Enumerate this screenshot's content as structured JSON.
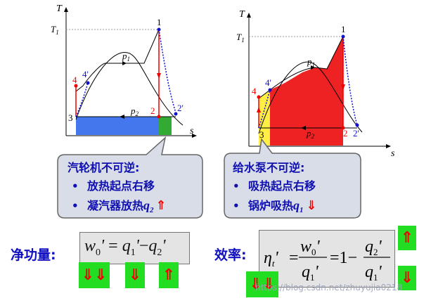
{
  "left_diagram": {
    "axis_y": "T",
    "axis_x": "s",
    "t1_label": "T",
    "t1_sub": "1",
    "pt1": "1",
    "pt2": "2",
    "pt2p": "2'",
    "pt3": "3",
    "pt4": "4",
    "pt4p": "4'",
    "p1": "p",
    "p1_sub": "1",
    "p2": "p",
    "p2_sub": "2",
    "colors": {
      "blue_fill": "#4477ee",
      "green_fill": "#33aa33",
      "red_line": "#ee0000",
      "blue_dot": "#1111cc"
    }
  },
  "right_diagram": {
    "axis_y": "T",
    "axis_x": "s",
    "t1_label": "T",
    "t1_sub": "1",
    "pt1": "1",
    "pt2": "2",
    "pt2p": "2'",
    "pt3": "3",
    "pt4": "4",
    "pt4p": "4'",
    "p1": "p",
    "p1_sub": "1",
    "p2": "p",
    "p2_sub": "2",
    "colors": {
      "red_fill": "#ee2222",
      "yellow_fill": "#ffee44"
    }
  },
  "callout_left": {
    "title": "汽轮机不可逆:",
    "bullet": "•",
    "line1": "放热起点右移",
    "line2": "凝汽器放热",
    "q_sym": "q",
    "q_sub": "2",
    "arrow": "⇑"
  },
  "callout_right": {
    "title": "给水泵不可逆:",
    "bullet": "•",
    "line1": "吸热起点右移",
    "line2": "锅炉吸热",
    "q_sym": "q",
    "q_sub": "1",
    "arrow": "⇓"
  },
  "net_work": {
    "label": "净功量:",
    "w": "w",
    "w_sub": "0",
    "prime": "'",
    "eq": "=",
    "q1": "q",
    "q1_sub": "1",
    "minus": "−",
    "q2": "q",
    "q2_sub": "2",
    "arrows": [
      "⇓⇓",
      "⇓",
      "⇑"
    ]
  },
  "efficiency": {
    "label": "效率:",
    "eta": "η",
    "eta_sub": "t",
    "prime": "'",
    "eq": "=",
    "num": "w",
    "num_sub": "0",
    "den": "q",
    "den_sub": "1",
    "one_minus": "=1−",
    "num2": "q",
    "num2_sub": "2",
    "den2": "q",
    "den2_sub": "1",
    "arrows": [
      "⇑",
      "⇓⇓",
      "⇓"
    ]
  },
  "watermark": "https://blog.csdn.net/zhuyujia0218"
}
